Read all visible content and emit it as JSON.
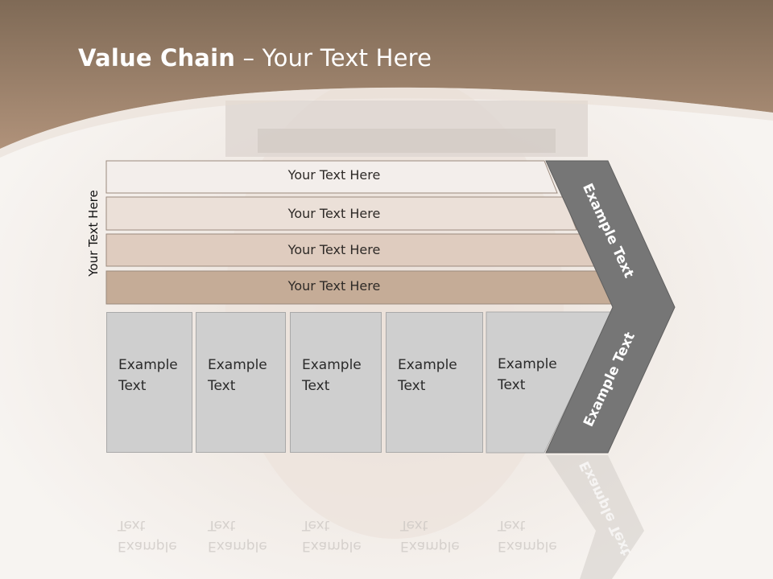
{
  "title": {
    "bold": "Value Chain",
    "rest": " – Your Text Here"
  },
  "side_label": "Your Text Here",
  "rows": [
    {
      "label": "Your Text Here",
      "color": "#f3eeeb"
    },
    {
      "label": "Your Text Here",
      "color": "#ebe0d8"
    },
    {
      "label": "Your Text Here",
      "color": "#dfccbf"
    },
    {
      "label": "Your Text Here",
      "color": "#c5ac97"
    }
  ],
  "boxes": [
    {
      "label": "Example\nText"
    },
    {
      "label": "Example\nText"
    },
    {
      "label": "Example\nText"
    },
    {
      "label": "Example\nText"
    },
    {
      "label": "Example\nText"
    }
  ],
  "chevron": {
    "upper": "Example Text",
    "lower": "Example Text",
    "color": "#767676"
  },
  "colors": {
    "header": "#a78b73",
    "header_dark": "#7f6a56",
    "box": "#cfcfcf"
  }
}
